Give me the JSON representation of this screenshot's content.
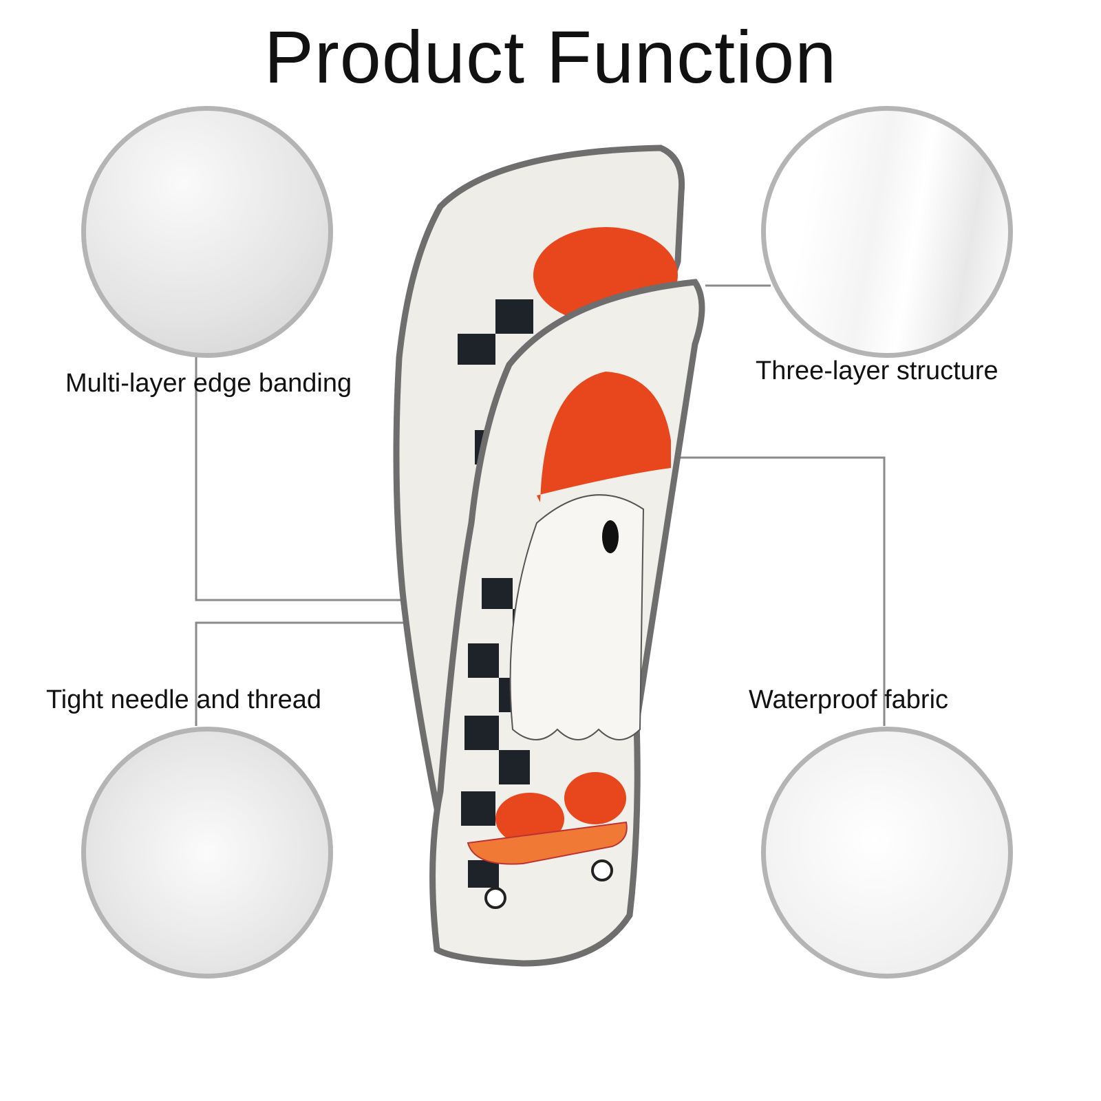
{
  "title": "Product Function",
  "features": [
    {
      "label": "Multi-layer edge banding"
    },
    {
      "label": "Three-layer structure"
    },
    {
      "label": "Tight needle and thread"
    },
    {
      "label": "Waterproof fabric"
    }
  ],
  "colors": {
    "accent": "#e8461c",
    "border": "#b4b4b4",
    "line": "#8a8a8a",
    "trim": "#6e6e6e"
  }
}
